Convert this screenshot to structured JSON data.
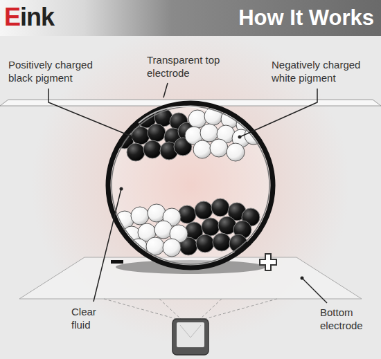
{
  "diagram": {
    "title": "How It Works",
    "labels": [
      "Eink",
      "Positively charged black pigment",
      "Transparent top electrode",
      "Negatively charged white pigment",
      "Clear fluid",
      "Bottom electrode"
    ]
  }
}
